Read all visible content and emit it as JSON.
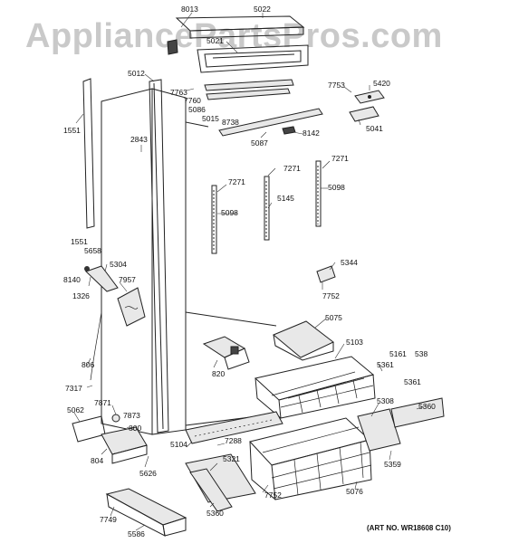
{
  "watermark": "AppliancePartsPros.com",
  "art_number": "(ART NO. WR18608 C10)",
  "labels": [
    {
      "id": "8013",
      "text": "8013"
    },
    {
      "id": "5022",
      "text": "5022"
    },
    {
      "id": "5021",
      "text": "5021"
    },
    {
      "id": "5012",
      "text": "5012"
    },
    {
      "id": "7763",
      "text": "7763"
    },
    {
      "id": "7760",
      "text": "7760"
    },
    {
      "id": "5086",
      "text": "5086"
    },
    {
      "id": "5015",
      "text": "5015"
    },
    {
      "id": "8738",
      "text": "8738"
    },
    {
      "id": "7753",
      "text": "7753"
    },
    {
      "id": "5420",
      "text": "5420"
    },
    {
      "id": "5041",
      "text": "5041"
    },
    {
      "id": "1551a",
      "text": "1551"
    },
    {
      "id": "2843",
      "text": "2843"
    },
    {
      "id": "5087",
      "text": "5087"
    },
    {
      "id": "8142",
      "text": "8142"
    },
    {
      "id": "7271a",
      "text": "7271"
    },
    {
      "id": "7271b",
      "text": "7271"
    },
    {
      "id": "7271c",
      "text": "7271"
    },
    {
      "id": "5145",
      "text": "5145"
    },
    {
      "id": "5098a",
      "text": "5098"
    },
    {
      "id": "5098b",
      "text": "5098"
    },
    {
      "id": "1551b",
      "text": "1551"
    },
    {
      "id": "5658",
      "text": "5658"
    },
    {
      "id": "5304",
      "text": "5304"
    },
    {
      "id": "8140",
      "text": "8140"
    },
    {
      "id": "7957",
      "text": "7957"
    },
    {
      "id": "1326",
      "text": "1326"
    },
    {
      "id": "5344",
      "text": "5344"
    },
    {
      "id": "7752a",
      "text": "7752"
    },
    {
      "id": "5075",
      "text": "5075"
    },
    {
      "id": "5103",
      "text": "5103"
    },
    {
      "id": "806",
      "text": "806"
    },
    {
      "id": "820",
      "text": "820"
    },
    {
      "id": "5161",
      "text": "5161"
    },
    {
      "id": "538",
      "text": "538"
    },
    {
      "id": "5361a",
      "text": "5361"
    },
    {
      "id": "5361b",
      "text": "5361"
    },
    {
      "id": "7317",
      "text": "7317"
    },
    {
      "id": "7871",
      "text": "7871"
    },
    {
      "id": "7873",
      "text": "7873"
    },
    {
      "id": "5062",
      "text": "5062"
    },
    {
      "id": "800",
      "text": "800"
    },
    {
      "id": "5308",
      "text": "5308"
    },
    {
      "id": "5360a",
      "text": "5360"
    },
    {
      "id": "5104",
      "text": "5104"
    },
    {
      "id": "7288",
      "text": "7288"
    },
    {
      "id": "804",
      "text": "804"
    },
    {
      "id": "5626",
      "text": "5626"
    },
    {
      "id": "5321",
      "text": "5321"
    },
    {
      "id": "5359",
      "text": "5359"
    },
    {
      "id": "7752b",
      "text": "7752"
    },
    {
      "id": "5076",
      "text": "5076"
    },
    {
      "id": "5360b",
      "text": "5360"
    },
    {
      "id": "7749",
      "text": "7749"
    },
    {
      "id": "5586",
      "text": "5586"
    }
  ]
}
